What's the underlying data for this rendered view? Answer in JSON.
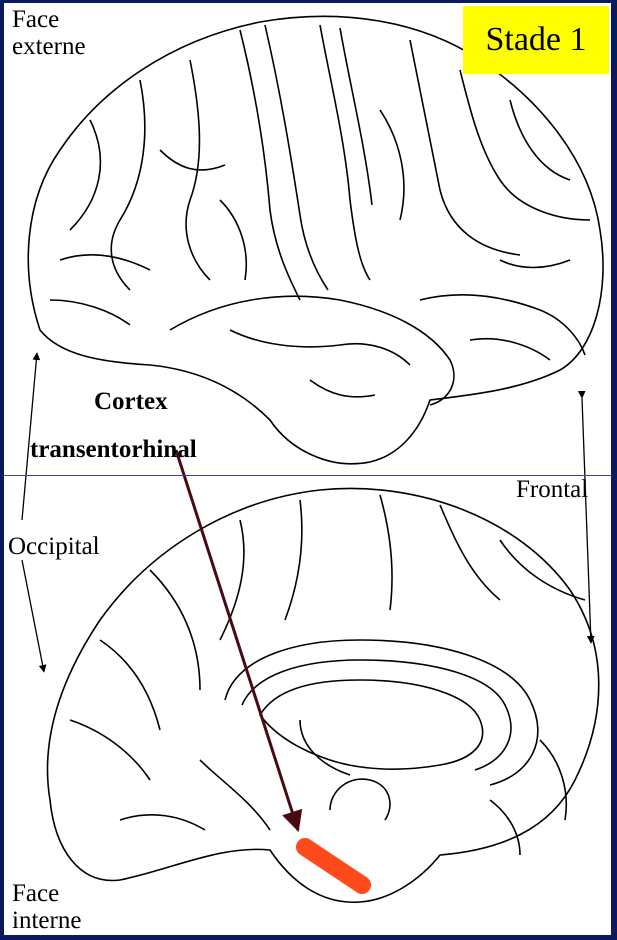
{
  "stage_label": "Stade 1",
  "labels": {
    "face_externe_line1": "Face",
    "face_externe_line2": "externe",
    "face_interne_line1": "Face",
    "face_interne_line2": "interne",
    "cortex_line1": "Cortex",
    "cortex_line2": "transentorhinal",
    "occipital": "Occipital",
    "frontal": "Frontal"
  },
  "colors": {
    "badge": "#ffff00",
    "highlight": "#ff4a1c",
    "arrow": "#4a0a14",
    "frame": "#0b1a5c"
  }
}
